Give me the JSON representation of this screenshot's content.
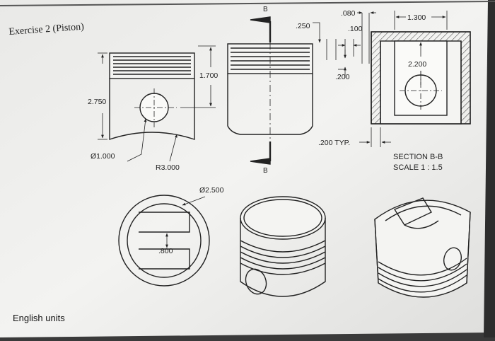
{
  "page": {
    "exercise_title": "Exercise 2 (Piston)",
    "units_note": "English units"
  },
  "dims": {
    "height_total": "2.750",
    "pin_height": "1.700",
    "pin_dia": "Ø1.000",
    "skirt_radius": "R3.000",
    "groove_land": ".250",
    "ring_width": ".080",
    "ring_gap": ".100",
    "ring_depth": ".200",
    "wall_typ": ".200 TYP.",
    "inner_width": "1.300",
    "inner_height": "2.200",
    "bore_dia": "Ø2.500",
    "boss_gap": ".800"
  },
  "section": {
    "cut_label_top": "B",
    "cut_label_bottom": "B",
    "title": "SECTION B-B",
    "scale": "SCALE 1 : 1.5"
  }
}
